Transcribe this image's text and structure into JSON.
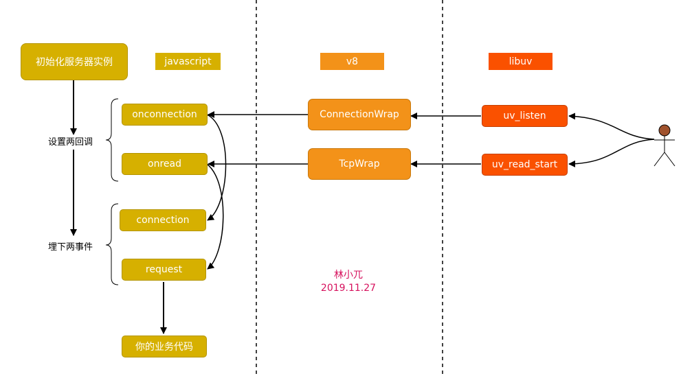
{
  "lanes": {
    "javascript": "javascript",
    "v8": "v8",
    "libuv": "libuv"
  },
  "nodes": {
    "init": "初始化服务器实例",
    "onconnection": "onconnection",
    "onread": "onread",
    "connection": "connection",
    "request": "request",
    "business": "你的业务代码",
    "connection_wrap": "ConnectionWrap",
    "tcp_wrap": "TcpWrap",
    "uv_listen": "uv_listen",
    "uv_read_start": "uv_read_start"
  },
  "labels": {
    "set_callbacks": "设置两回调",
    "bury_events": "埋下两事件"
  },
  "signature": {
    "author": "林小兀",
    "date": "2019.11.27"
  },
  "colors": {
    "js": "#d6b000",
    "v8": "#f39219",
    "libuv": "#fa5100",
    "actor": "#a0522d",
    "signature": "#d6105c"
  },
  "icons": {
    "actor": "stick-figure-user-icon"
  }
}
